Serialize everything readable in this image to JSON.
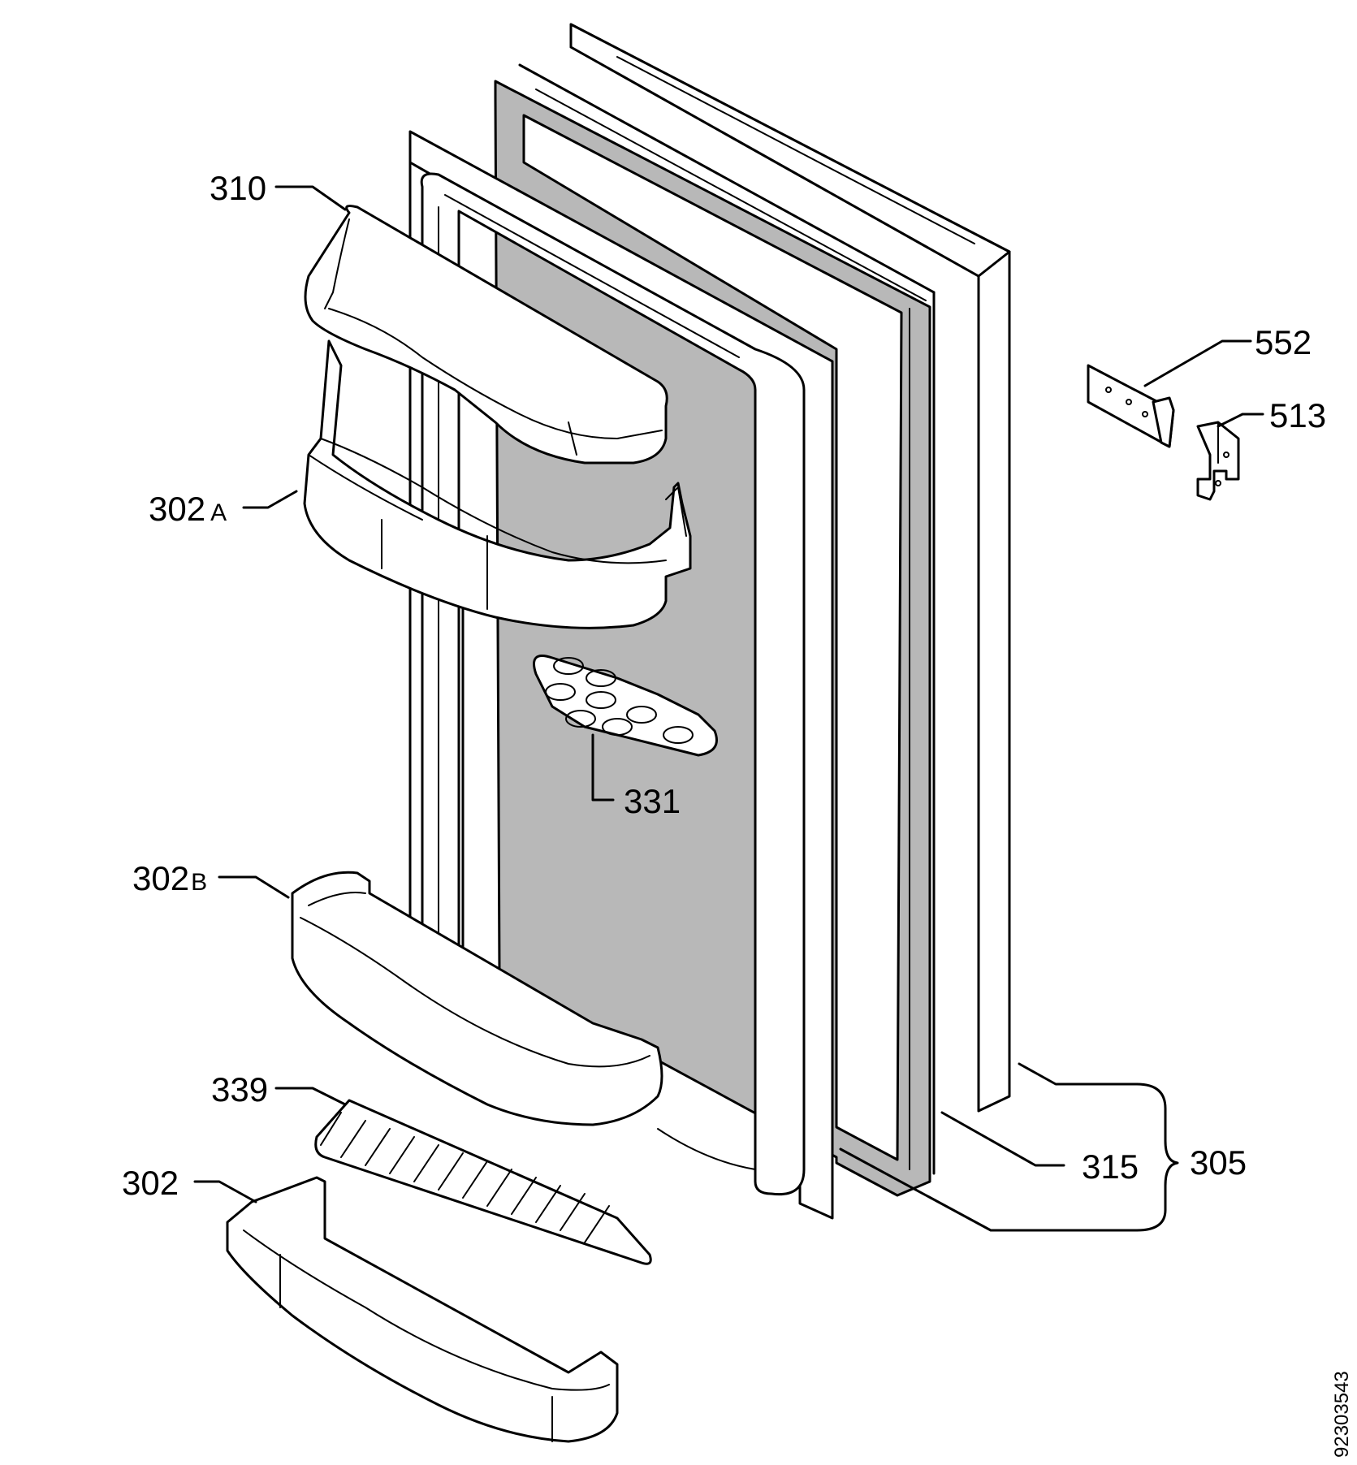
{
  "parts": {
    "p310": "310",
    "p302a_num": "302",
    "p302a_suffix": "A",
    "p302b_num": "302",
    "p302b_suffix": "B",
    "p302": "302",
    "p339": "339",
    "p331": "331",
    "p552": "552",
    "p513": "513",
    "p315": "315",
    "p305": "305"
  },
  "document_id": "92303543"
}
